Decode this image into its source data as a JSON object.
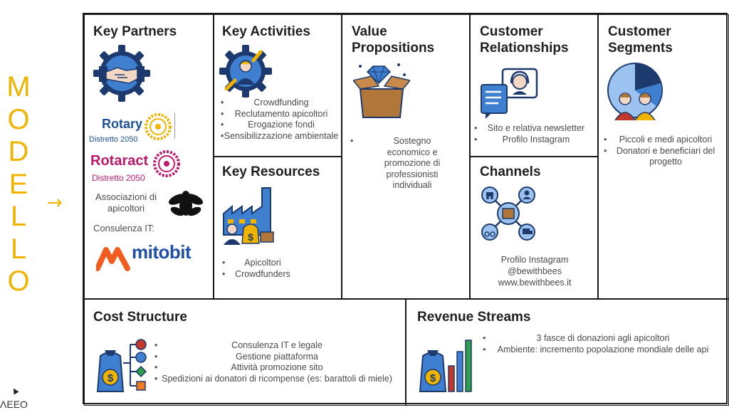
{
  "side_word": [
    "M",
    "O",
    "D",
    "E",
    "L",
    "L",
    "O"
  ],
  "arrow": "→",
  "key_partners": {
    "title": "Key Partners",
    "rotary": "Rotary",
    "rotary_district": "Distretto 2050",
    "rotaract": "Rotaract",
    "rotaract_district": "Distretto 2050",
    "associations": "Associazioni di apicoltori",
    "consulenza": "Consulenza IT:",
    "mitobit": "mitobit"
  },
  "key_activities": {
    "title": "Key Activities",
    "items": [
      "Crowdfunding",
      "Reclutamento apicoltori",
      "Erogazione fondi",
      "Sensibilizzazione ambientale"
    ]
  },
  "key_resources": {
    "title": "Key Resources",
    "items": [
      "Apicoltori",
      "Crowdfunders"
    ]
  },
  "value_propositions": {
    "title": "Value Propositions",
    "items": [
      "Sostegno economico e promozione di professionisti individuali"
    ]
  },
  "customer_relationships": {
    "title": "Customer Relationships",
    "items": [
      "Sito e relativa newsletter",
      "Profilo Instagram"
    ]
  },
  "channels": {
    "title": "Channels",
    "lines": [
      "Profilo Instagram",
      "@bewithbees",
      "www.bewithbees.it"
    ]
  },
  "customer_segments": {
    "title": "Customer Segments",
    "items": [
      "Piccoli e medi apicoltori",
      "Donatori e beneficiari del progetto"
    ]
  },
  "cost_structure": {
    "title": "Cost Structure",
    "items": [
      "Consulenza IT e legale",
      "Gestione piattaforma",
      "Attività promozione sito",
      "Spedizioni ai donatori di ricompense (es: barattoli di miele)"
    ]
  },
  "revenue_streams": {
    "title": "Revenue Streams",
    "items": [
      "3 fasce di donazioni agli apicoltori",
      "Ambiente: incremento popolazione mondiale delle api"
    ]
  },
  "colors": {
    "accent": "#f0b400",
    "navy": "#1d3a6e",
    "blue": "#3f7fd0",
    "light_blue": "#9cc3ef",
    "rotary_blue": "#1b4f9c",
    "rotaract_pink": "#c0196b",
    "mitobit_orange": "#f25c1f",
    "mitobit_blue": "#1f4fa8"
  },
  "fragment": "ΛΕΕΟ"
}
